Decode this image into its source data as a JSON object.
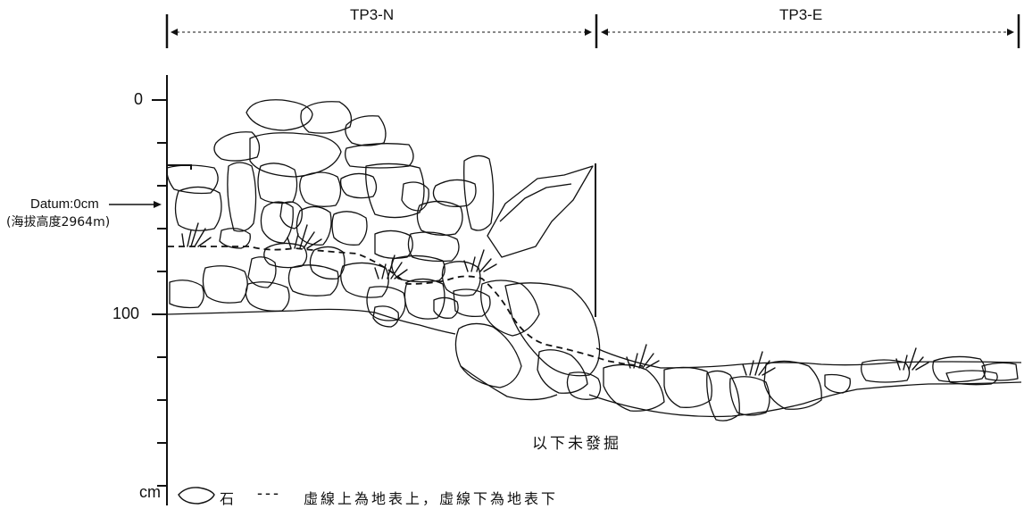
{
  "sections": [
    {
      "label": "TP3-N"
    },
    {
      "label": "TP3-E"
    }
  ],
  "depth_axis": {
    "tick_labels": [
      "0",
      "100"
    ],
    "unit": "cm"
  },
  "datum": {
    "label": "Datum:0cm",
    "elevation": "(海拔高度2964m)"
  },
  "annotation": "以下未發掘",
  "legend": {
    "stone_label": "石",
    "dash_symbol": "---",
    "dash_label": "虛線上為地表上，虛線下為地表下"
  },
  "colors": {
    "ink": "#111111",
    "background": "#ffffff"
  }
}
